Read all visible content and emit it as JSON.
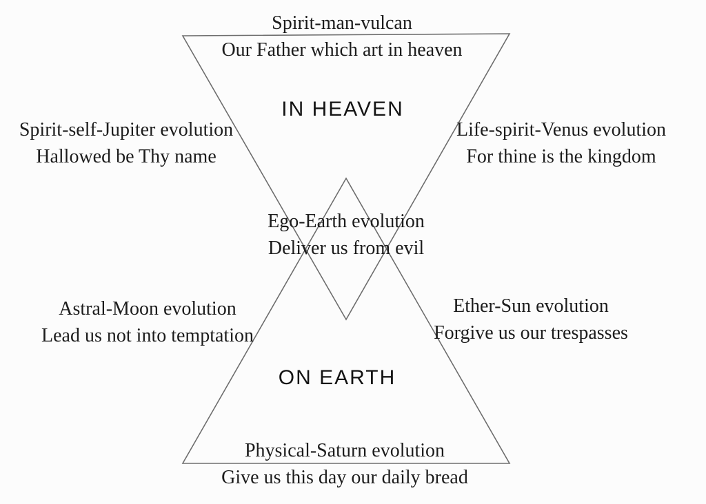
{
  "colors": {
    "background": "#fcfcfc",
    "line": "#6e6e6e",
    "text": "#1c1c1c"
  },
  "labels": {
    "spirit_man": {
      "line1": "Spirit-man-vulcan",
      "line2": "Our Father which art in heaven"
    },
    "in_heaven": "IN HEAVEN",
    "spirit_self": {
      "line1": "Spirit-self-Jupiter evolution",
      "line2": "Hallowed be Thy name"
    },
    "life_spirit": {
      "line1": "Life-spirit-Venus evolution",
      "line2": "For thine is the kingdom"
    },
    "ego": {
      "line1": "Ego-Earth evolution",
      "line2": "Deliver us from evil"
    },
    "astral": {
      "line1": "Astral-Moon evolution",
      "line2": "Lead us not into temptation"
    },
    "ether": {
      "line1": "Ether-Sun evolution",
      "line2": "Forgive us our trespasses"
    },
    "on_earth": "ON EARTH",
    "physical": {
      "line1": "Physical-Saturn evolution",
      "line2": "Give us this day our daily bread"
    }
  }
}
